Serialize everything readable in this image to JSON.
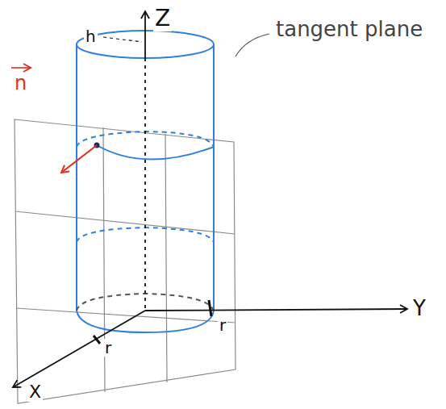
{
  "diagram": {
    "labels": [
      "Z",
      "h",
      "tangent plane",
      "n",
      "r",
      "r",
      "Y",
      "X"
    ]
  }
}
